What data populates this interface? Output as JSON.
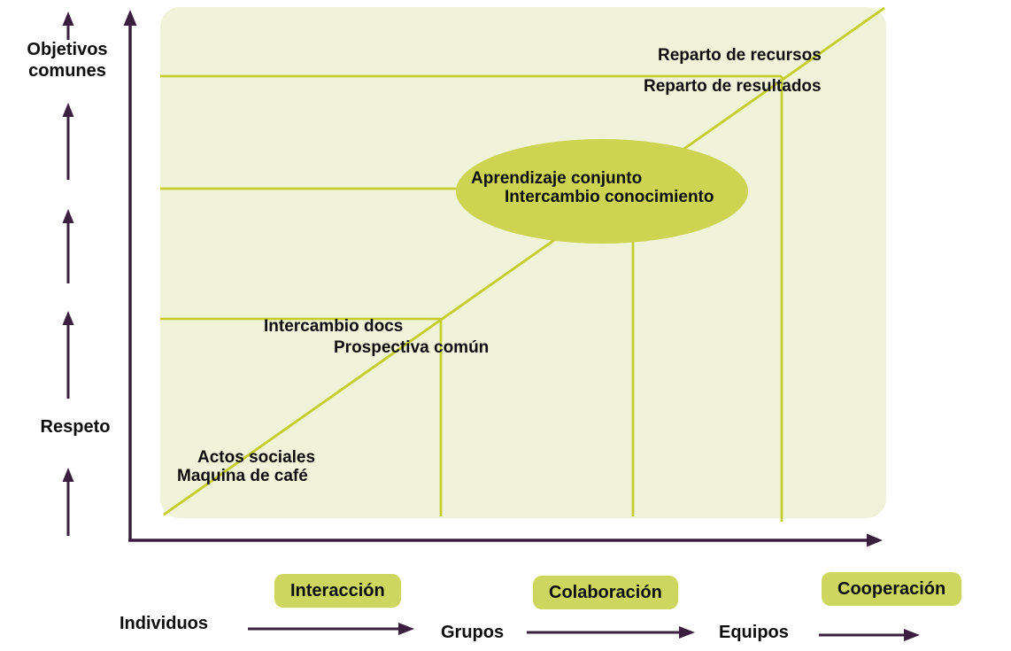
{
  "title": "Cooperation maturity diagram",
  "colors": {
    "plot_background": "#f0f3da",
    "grid_line": "#c4ce2e",
    "ellipse_fill": "#ccd452",
    "badge_background": "#cdd75f",
    "axis_arrow": "#3a1f3e",
    "text": "#0d0d0d"
  },
  "y_axis": {
    "label_top_line1": "Objetivos",
    "label_top_line2": "comunes",
    "label_bottom": "Respeto"
  },
  "plot": {
    "cooperation_label_line1": "Reparto de recursos",
    "cooperation_label_line2": "Reparto de resultados",
    "ellipse_label_line1": "Aprendizaje conjunto",
    "ellipse_label_line2": "Intercambio conocimiento",
    "collaboration_label_line1": "Intercambio docs",
    "collaboration_label_line2": "Prospectiva común",
    "interaction_label_line1": "Actos sociales",
    "interaction_label_line2": "Maquina de café"
  },
  "stage_badges": {
    "interaction": "Interacción",
    "collaboration": "Colaboración",
    "cooperation": "Cooperación"
  },
  "x_axis": {
    "group1": "Individuos",
    "group2": "Grupos",
    "group3": "Equipos"
  }
}
